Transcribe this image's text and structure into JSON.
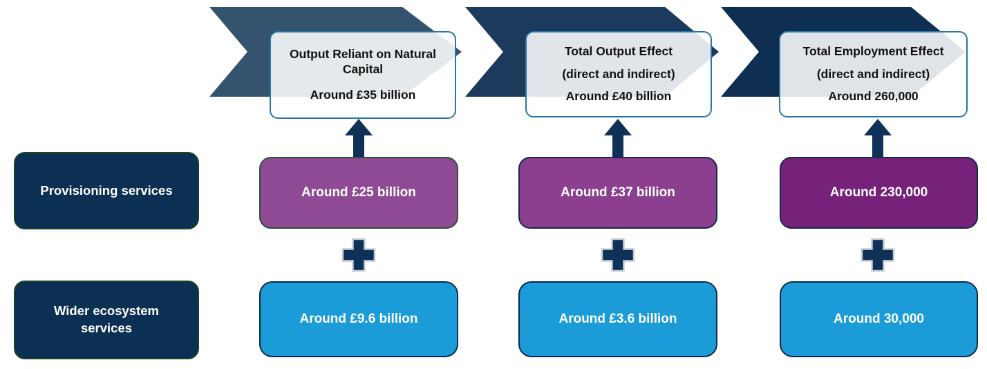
{
  "diagram_title": "",
  "rows": {
    "provisioning_label": "Provisioning services",
    "wider_label": "Wider ecosystem services"
  },
  "columns": [
    {
      "callout": {
        "title": "Output Reliant on Natural Capital",
        "value": "Around £35 billion"
      },
      "provisioning": "Around £25 billion",
      "wider": "Around £9.6 billion"
    },
    {
      "callout": {
        "title": "Total Output Effect",
        "subtitle": "(direct and indirect)",
        "value": "Around £40 billion"
      },
      "provisioning": "Around £37 billion",
      "wider": "Around £3.6 billion"
    },
    {
      "callout": {
        "title": "Total Employment Effect",
        "subtitle": "(direct and indirect)",
        "value": "Around 260,000"
      },
      "provisioning": "Around 230,000",
      "wider": "Around 30,000"
    }
  ],
  "colors": {
    "chevron_1": "#33536F",
    "chevron_2": "#1C3A5C",
    "chevron_3": "#0E2F52",
    "callout_border": "#2776A5",
    "callout_fill": "rgba(255,255,255,0.87)",
    "navy_label_fill": "#0C3054",
    "navy_label_border": "#1C441F",
    "purple_1": "#8E4A94",
    "purple_2": "#8B3F8E",
    "purple_3": "#76217A",
    "blue_fill": "#1B9CD8",
    "blue_border": "#122A47",
    "arrow_navy": "#0F3057",
    "plus_outline": "#C6CDD4"
  }
}
